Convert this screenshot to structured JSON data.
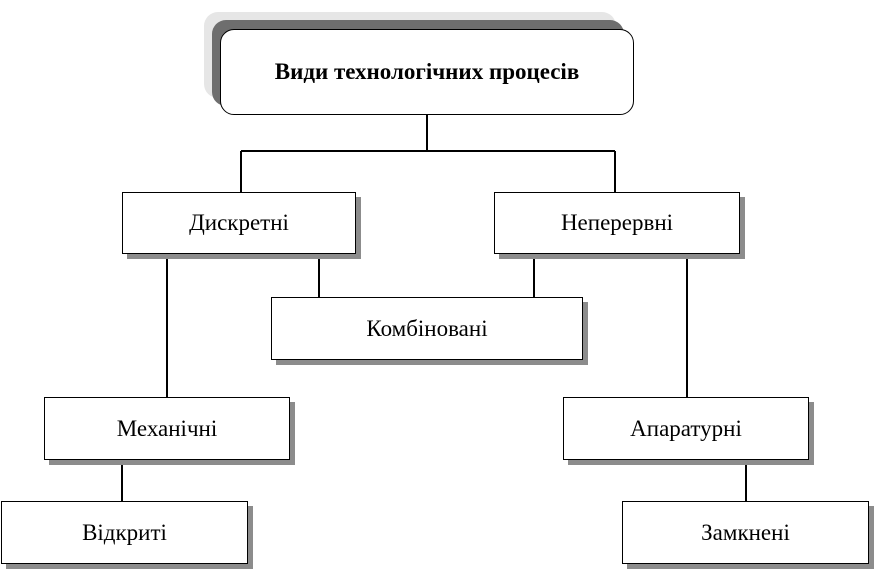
{
  "diagram": {
    "root": {
      "label": "Види технологічних процесів"
    },
    "nodes": {
      "discrete": "Дискретні",
      "continuous": "Неперервні",
      "combined": "Комбіновані",
      "mechanical": "Механічні",
      "apparatus": "Апаратурні",
      "open": "Відкриті",
      "closed": "Замкнені"
    },
    "edges": [
      [
        "root",
        "discrete"
      ],
      [
        "root",
        "continuous"
      ],
      [
        "discrete",
        "combined"
      ],
      [
        "continuous",
        "combined"
      ],
      [
        "discrete",
        "mechanical"
      ],
      [
        "continuous",
        "apparatus"
      ],
      [
        "mechanical",
        "open"
      ],
      [
        "apparatus",
        "closed"
      ]
    ]
  }
}
